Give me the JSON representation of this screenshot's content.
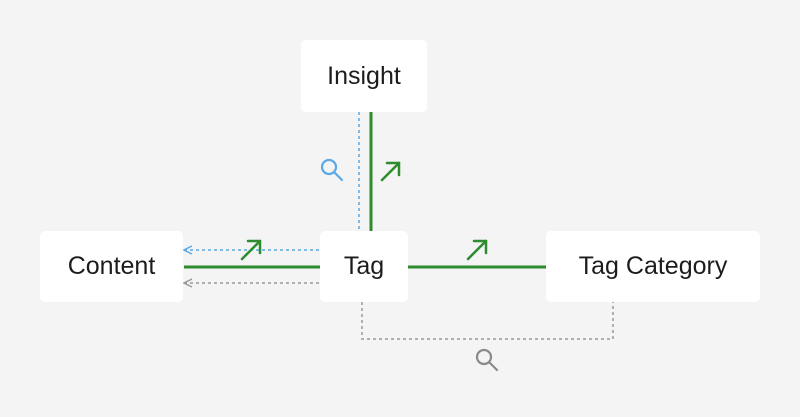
{
  "nodes": {
    "insight": "Insight",
    "content": "Content",
    "tag": "Tag",
    "tag_category": "Tag Category"
  },
  "colors": {
    "background": "#f3f4f3",
    "node_fill": "#ffffff",
    "strong_link": "#2e8b2e",
    "search_link": "#5aa9e6",
    "neutral_link": "#9a9a9a"
  },
  "icons": {
    "insight_tag_search": "magnifier-icon",
    "insight_tag_navigate": "arrow-up-right-icon",
    "content_tag_navigate": "arrow-up-right-icon",
    "tag_tagcategory_navigate": "arrow-up-right-icon",
    "tag_tagcategory_search": "magnifier-icon"
  }
}
